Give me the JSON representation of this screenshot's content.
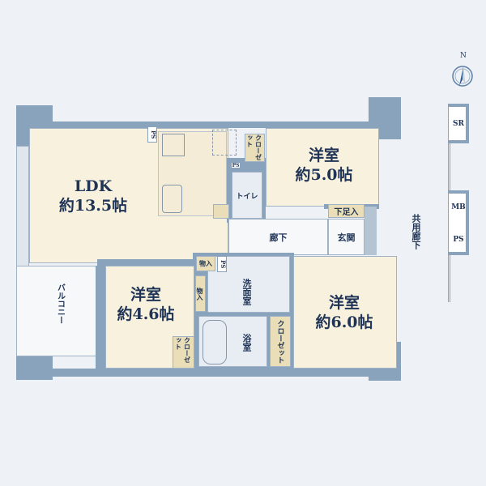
{
  "rooms": {
    "ldk": {
      "name": "LDK",
      "size": "約13.5帖"
    },
    "western_5": {
      "name": "洋室",
      "size": "約5.0帖"
    },
    "western_46": {
      "name": "洋室",
      "size": "約4.6帖"
    },
    "western_6": {
      "name": "洋室",
      "size": "約6.0帖"
    },
    "toilet": "トイレ",
    "corridor": "廊下",
    "entrance": "玄関",
    "shoe_storage": "下足入",
    "washroom": "洗面室",
    "bathroom": "浴室",
    "balcony": "バルコニー",
    "closet_upper": "クローゼット",
    "closet_lower_left": "クローゼット",
    "closet_right": "クローゼット",
    "storage_a": "物入",
    "storage_b": "物入",
    "ps_kitchen": "PS",
    "ps_toilet": "PS",
    "ps_wash": "PS"
  },
  "common": {
    "corridor": "共用廊下",
    "sr": "SR",
    "mb": "MB",
    "ps": "PS"
  },
  "compass": {
    "north": "N"
  }
}
